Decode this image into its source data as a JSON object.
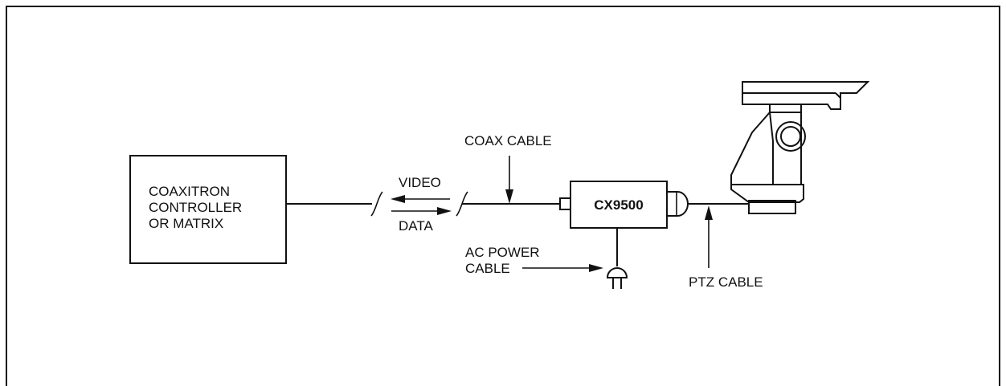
{
  "diagram": {
    "controller_box": {
      "lines": [
        "COAXITRON",
        "CONTROLLER",
        "OR MATRIX"
      ]
    },
    "video_label": "VIDEO",
    "data_label": "DATA",
    "coax_cable_label": "COAX CABLE",
    "device_label": "CX9500",
    "ac_power_label": [
      "AC POWER",
      "CABLE"
    ],
    "ptz_cable_label": "PTZ CABLE"
  }
}
